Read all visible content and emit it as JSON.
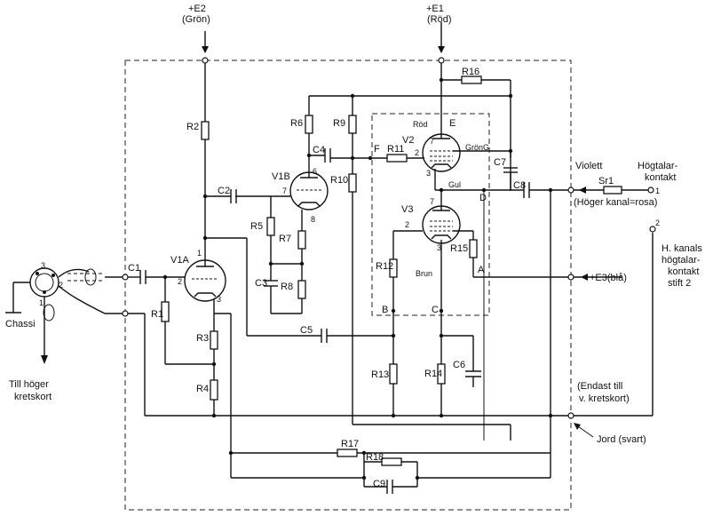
{
  "supply": {
    "e2": "+E2",
    "e2_color": "(Grön)",
    "e1": "+E1",
    "e1_color": "(Röd)",
    "e3": "+E3(blå)"
  },
  "tubes": {
    "v1a": "V1A",
    "v1b": "V1B",
    "v2": "V2",
    "v3": "V3"
  },
  "resistors": [
    "R1",
    "R2",
    "R3",
    "R4",
    "R5",
    "R6",
    "R7",
    "R8",
    "R9",
    "R10",
    "R11",
    "R12",
    "R13",
    "R14",
    "R15",
    "R16",
    "R17",
    "R18",
    "Sr1"
  ],
  "capacitors": [
    "C1",
    "C2",
    "C3",
    "C4",
    "C5",
    "C6",
    "C7",
    "C8",
    "C9"
  ],
  "nodes": {
    "a": "A",
    "b": "B",
    "c": "C",
    "d": "D",
    "e": "E",
    "f": "F",
    "g": "G"
  },
  "wire_colors": {
    "rod": "Röd",
    "gron": "Grön",
    "gul": "Gul",
    "brun": "Brun"
  },
  "pins": [
    "1",
    "2",
    "3",
    "6",
    "7",
    "8"
  ],
  "connector": {
    "chassi": "Chassi",
    "till_line1": "Till höger",
    "till_line2": "kretskort",
    "p1": "1",
    "p2": "2",
    "p3": "3"
  },
  "speaker": {
    "violett": "Violett",
    "hog_line1": "Högtalar-",
    "hog_line2": "kontakt",
    "hoger_kanal": "(Höger kanal=rosa)",
    "pin1": "1",
    "pin2": "2",
    "hk_line1": "H. kanals",
    "hk_line2": "högtalar-",
    "hk_line3": "kontakt",
    "hk_line4": "stift 2"
  },
  "notes": {
    "endast_line1": "(Endast till",
    "endast_line2": "v. kretskort)",
    "jord": "Jord (svart)"
  }
}
